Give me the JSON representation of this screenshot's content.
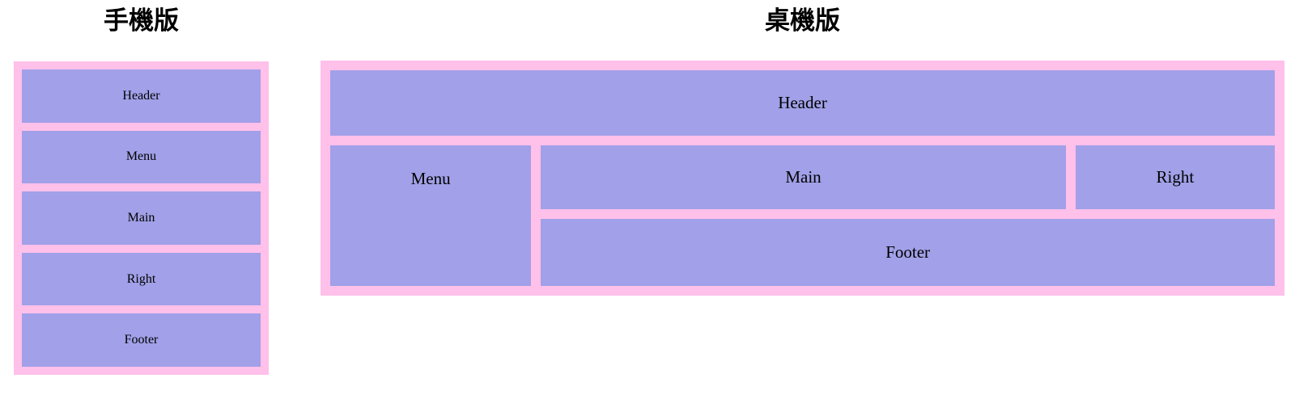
{
  "colors": {
    "container_pink": "#ffc0ea",
    "box_purple": "#a1a0e8",
    "label_text": "#000000",
    "title_text": "#000000"
  },
  "mobile": {
    "title": "手機版",
    "boxes": [
      {
        "id": "header",
        "label": "Header"
      },
      {
        "id": "menu",
        "label": "Menu"
      },
      {
        "id": "main",
        "label": "Main"
      },
      {
        "id": "right",
        "label": "Right"
      },
      {
        "id": "footer",
        "label": "Footer"
      }
    ]
  },
  "desktop": {
    "title": "桌機版",
    "boxes": {
      "header": "Header",
      "menu": "Menu",
      "main": "Main",
      "right": "Right",
      "footer": "Footer"
    }
  }
}
